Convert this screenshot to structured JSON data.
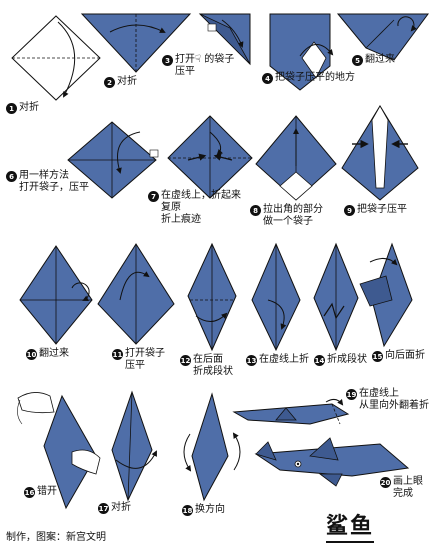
{
  "colors": {
    "paper": "#4f6ea8",
    "paper_dark": "#3e5a90",
    "paper_white": "#ffffff",
    "outline": "#111111"
  },
  "title": "鲨鱼",
  "credit": "制作，图案：新宫文明",
  "steps": [
    {
      "num": "1",
      "lines": [
        "对折"
      ]
    },
    {
      "num": "2",
      "lines": [
        "对折"
      ]
    },
    {
      "num": "3",
      "lines": [
        "打开☟ 的袋子",
        "压平"
      ]
    },
    {
      "num": "4",
      "lines": [
        "把袋子压平的地方"
      ]
    },
    {
      "num": "5",
      "lines": [
        "翻过来"
      ]
    },
    {
      "num": "6",
      "lines": [
        "用一样方法",
        "打开袋子，压平"
      ]
    },
    {
      "num": "7",
      "lines": [
        "在虚线上，折起来",
        "复原",
        "折上痕迹"
      ]
    },
    {
      "num": "8",
      "lines": [
        "拉出角的部分",
        "做一个袋子"
      ]
    },
    {
      "num": "9",
      "lines": [
        "把袋子压平"
      ]
    },
    {
      "num": "10",
      "lines": [
        "翻过来"
      ]
    },
    {
      "num": "11",
      "lines": [
        "打开袋子",
        "压平"
      ]
    },
    {
      "num": "12",
      "lines": [
        "在后面",
        "折成段状"
      ]
    },
    {
      "num": "13",
      "lines": [
        "在虚线上折"
      ]
    },
    {
      "num": "14",
      "lines": [
        "折成段状"
      ]
    },
    {
      "num": "15",
      "lines": [
        "向后面折"
      ]
    },
    {
      "num": "16",
      "lines": [
        "错开"
      ]
    },
    {
      "num": "17",
      "lines": [
        "对折"
      ]
    },
    {
      "num": "18",
      "lines": [
        "换方向"
      ]
    },
    {
      "num": "19",
      "lines": [
        "在虚线上",
        "从里向外翻着折"
      ]
    },
    {
      "num": "20",
      "lines": [
        "画上眼",
        "完成"
      ]
    }
  ]
}
